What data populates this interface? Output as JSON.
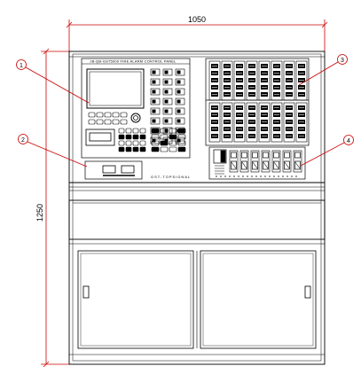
{
  "diagram": {
    "width_label": "1050",
    "height_label": "1250",
    "panel_label": "GST-TOPSIGNAL",
    "controller_header": "JB-QB-GST5000 FIRE ALARM CONTROL PANEL",
    "colors": {
      "line": "#000000",
      "dimension": "#cc0000",
      "leader": "#cc0000",
      "callout": "#cc0000",
      "dimension_text": "#000000"
    },
    "callouts": [
      {
        "id": "1",
        "label": "1"
      },
      {
        "id": "2",
        "label": "2"
      },
      {
        "id": "3",
        "label": "3"
      },
      {
        "id": "4",
        "label": "4"
      }
    ]
  }
}
